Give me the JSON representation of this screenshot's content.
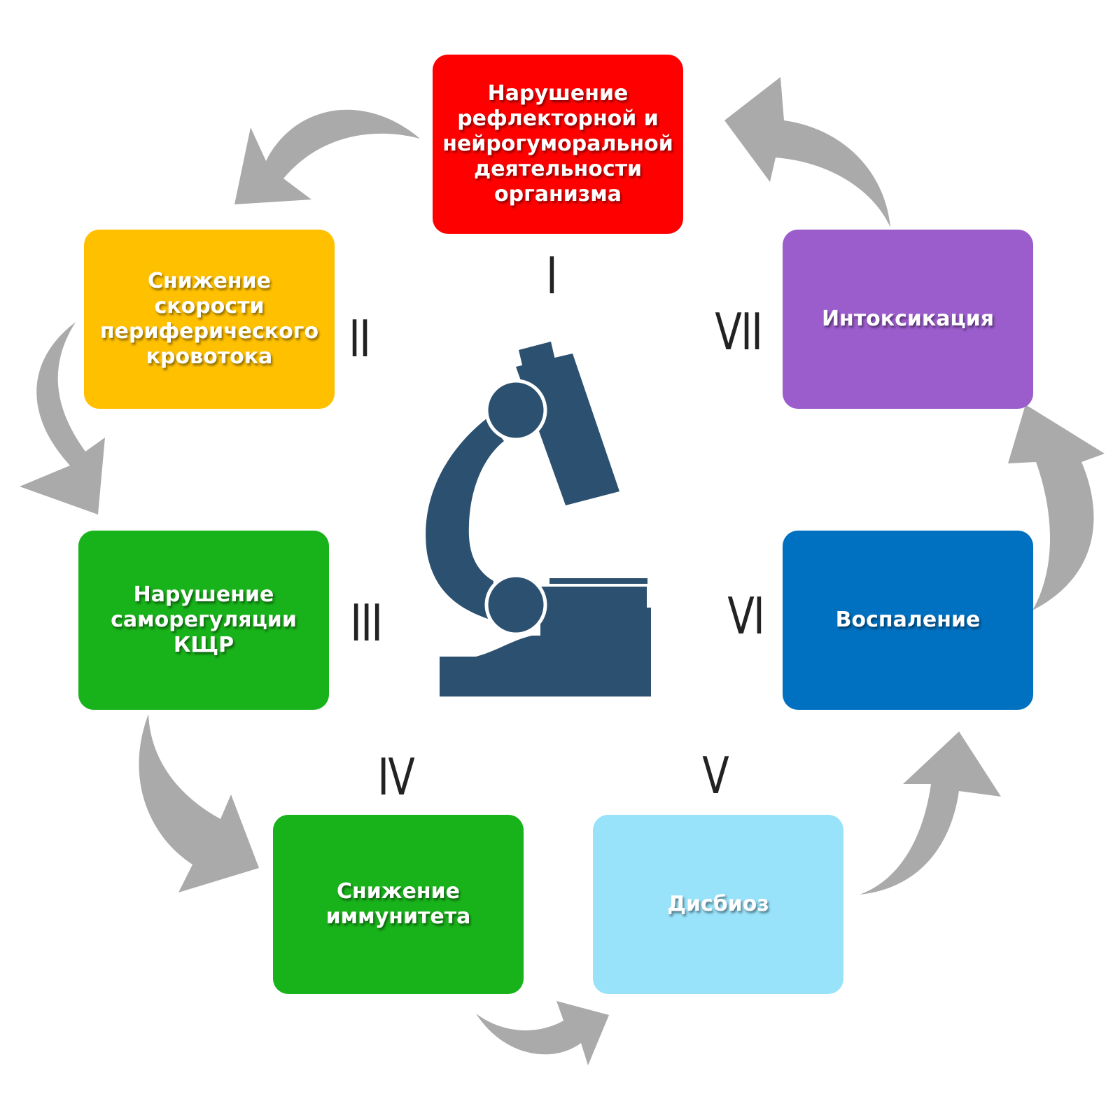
{
  "diagram": {
    "type": "cycle",
    "center_icon": "microscope-icon",
    "arrow_color": "#aaaaaa",
    "stages": [
      {
        "numeral": "I",
        "label": "Нарушение\nрефлекторной и\nнейрогуморальной\nдеятельности\nорганизма",
        "color": "#ff0000"
      },
      {
        "numeral": "II",
        "label": "Снижение\nскорости\nпериферического\nкровотока",
        "color": "#ffc000"
      },
      {
        "numeral": "III",
        "label": "Нарушение\nсаморегуляции\nКЩР",
        "color": "#18b21a"
      },
      {
        "numeral": "IV",
        "label": "Снижение\nиммунитета",
        "color": "#18b21a"
      },
      {
        "numeral": "V",
        "label": "Дисбиоз",
        "color": "#98e2fa"
      },
      {
        "numeral": "VI",
        "label": "Воспаление",
        "color": "#0070c0"
      },
      {
        "numeral": "VII",
        "label": "Интоксикация",
        "color": "#9b5ccc"
      }
    ],
    "microscope_color": "#2c5070"
  }
}
